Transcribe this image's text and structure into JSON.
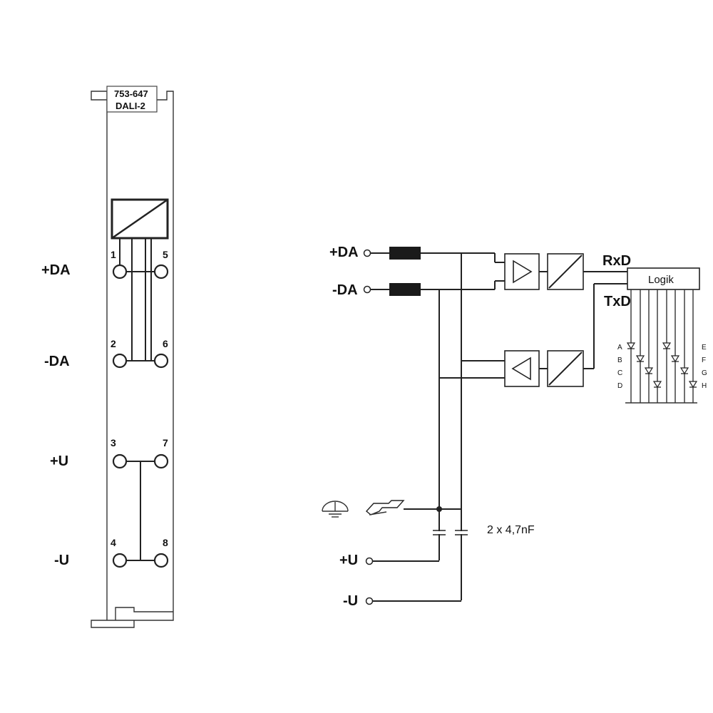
{
  "module": {
    "part_number": "753-647",
    "type_name": "DALI-2",
    "terminals": [
      {
        "left_number": "1",
        "right_number": "5",
        "label": "+DA"
      },
      {
        "left_number": "2",
        "right_number": "6",
        "label": "-DA"
      },
      {
        "left_number": "3",
        "right_number": "7",
        "label": "+U"
      },
      {
        "left_number": "4",
        "right_number": "8",
        "label": "-U"
      }
    ]
  },
  "circuit": {
    "inputs": [
      "+DA",
      "-DA"
    ],
    "supply": [
      "+U",
      "-U"
    ],
    "rxd": "RxD",
    "txd": "TxD",
    "logic": "Logik",
    "capacitor": "2 x 4,7nF",
    "leds_left": [
      "A",
      "B",
      "C",
      "D"
    ],
    "leds_right": [
      "E",
      "F",
      "G",
      "H"
    ]
  },
  "colors": {
    "line": "#222222",
    "module_border": "#555555",
    "fill": "#1a1a1a",
    "background": "#ffffff"
  }
}
